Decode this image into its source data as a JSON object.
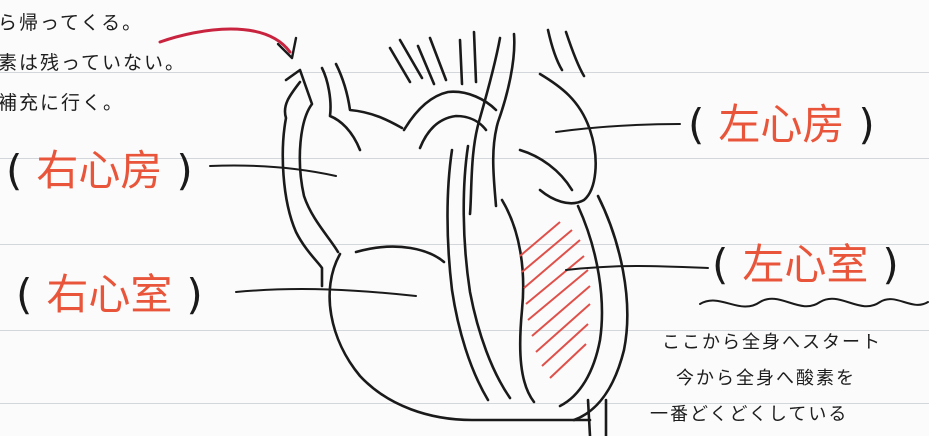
{
  "notes_top": [
    "ら帰ってくる。",
    "素は残っていない。",
    "補充に行く。"
  ],
  "labels": {
    "right_atrium": "右心房",
    "right_ventricle": "右心室",
    "left_atrium": "左心房",
    "left_ventricle": "左心室",
    "open_paren": "(",
    "close_paren": ")"
  },
  "notes_bottom": [
    "ここから全身へスタート",
    "今から全身へ酸素を",
    "一番どくどくしている"
  ],
  "colors": {
    "label_red": "#e8553a",
    "ink": "#1a1a1a",
    "hatch": "#e0504a",
    "arrow": "#c9243f"
  }
}
